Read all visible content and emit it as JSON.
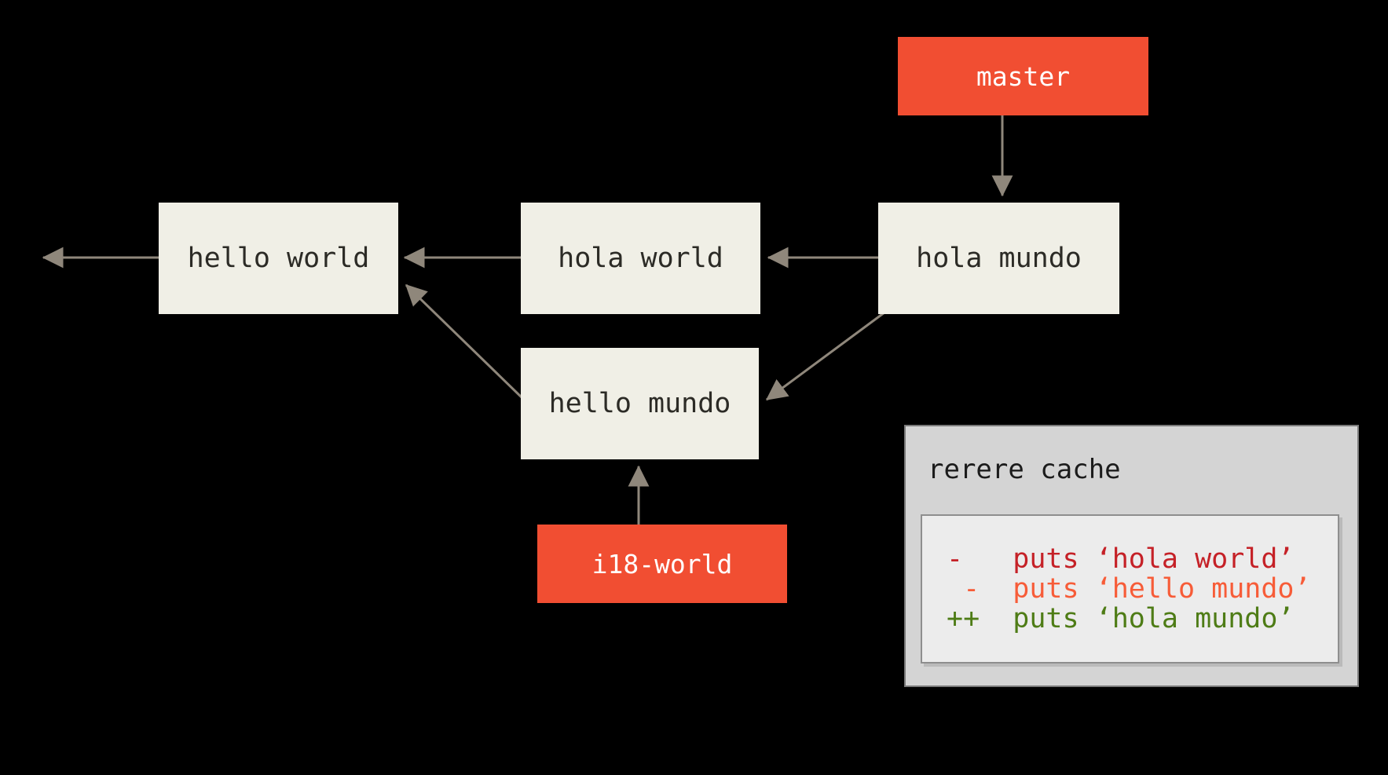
{
  "diagram": {
    "colors": {
      "background": "#000000",
      "branch_bg": "#F14E32",
      "branch_text": "#FFFFFF",
      "commit_bg": "#F0EFE6",
      "commit_text": "#2C2B26",
      "arrow": "#8F877B",
      "panel_bg": "#D4D4D4",
      "panel_border": "#7A7A7A",
      "inner_bg": "#ECECEC",
      "inner_border": "#8E8E8E",
      "title_text": "#1C1C1C"
    },
    "branch_labels": {
      "master": "master",
      "i18_world": "i18-world"
    },
    "commits": {
      "hello_world": "hello world",
      "hola_world": "hola world",
      "hola_mundo": "hola mundo",
      "hello_mundo": "hello mundo"
    },
    "rerere_cache": {
      "title": "rerere cache",
      "lines": [
        {
          "text": "-   puts ‘hola world’",
          "color": "#C52127"
        },
        {
          "text": " -  puts ‘hello mundo’",
          "color": "#F75C38"
        },
        {
          "text": "++  puts ‘hola mundo’",
          "color": "#4E7C16"
        }
      ]
    }
  }
}
